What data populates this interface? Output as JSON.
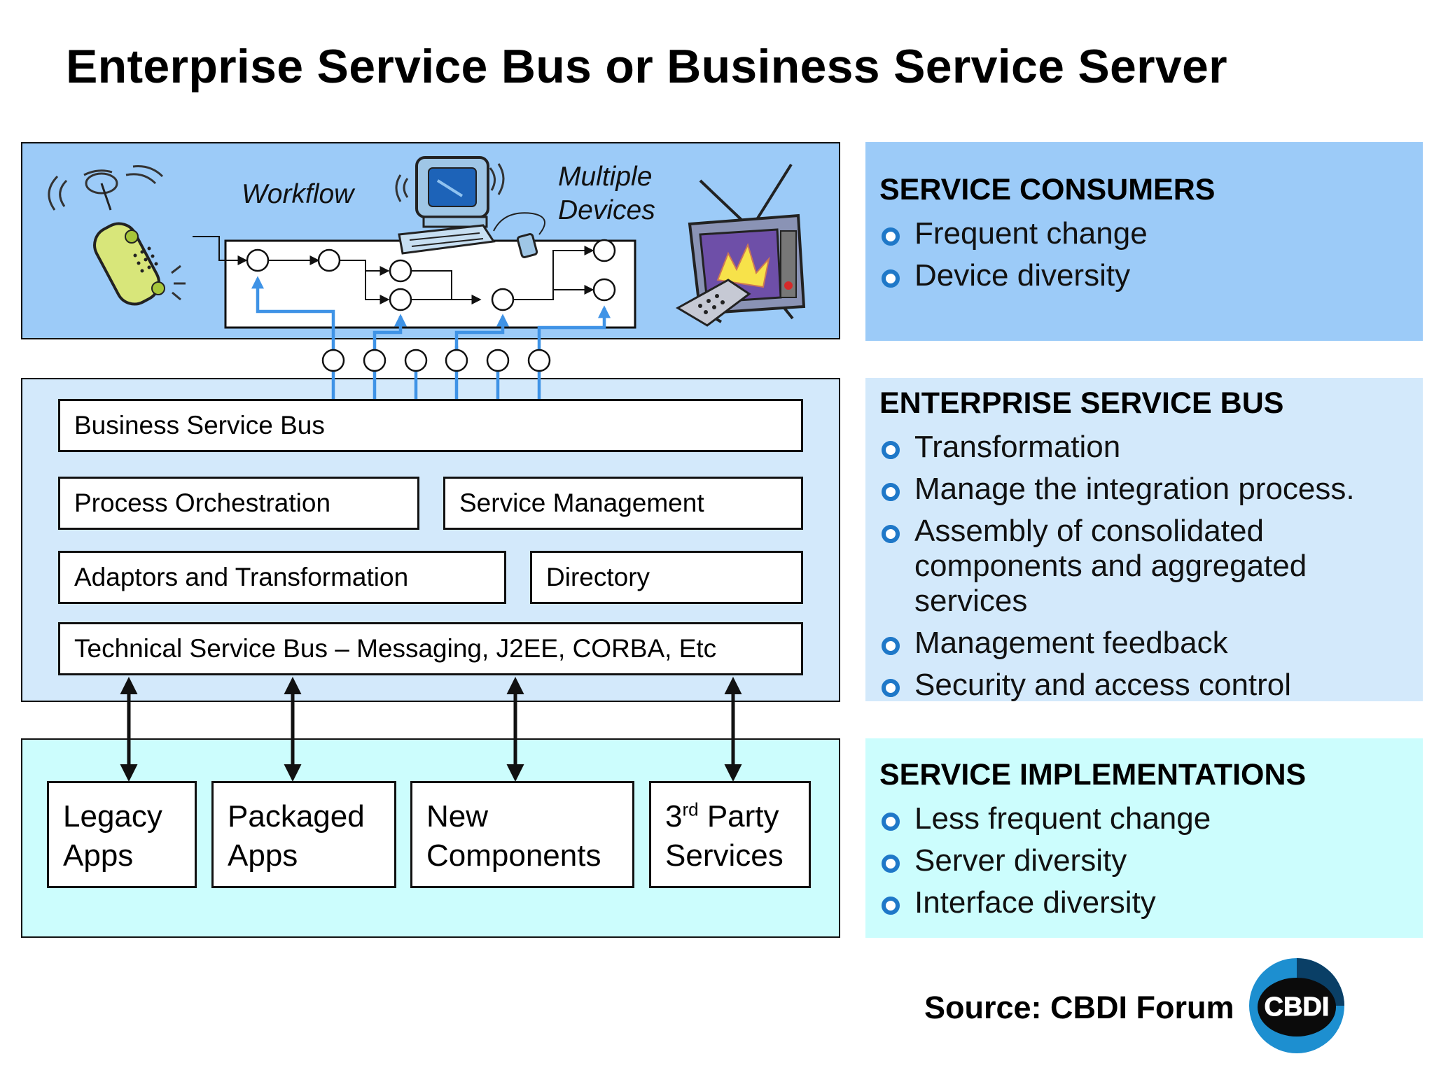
{
  "title": "Enterprise Service Bus or Business Service Server",
  "consumers_layer": {
    "workflow_label": "Workflow",
    "devices_label_line1": "Multiple",
    "devices_label_line2": "Devices",
    "device_icons": [
      "mobile-phone-icon",
      "desktop-computer-icon",
      "television-icon"
    ]
  },
  "bus_layer": {
    "business_service_bus": "Business Service Bus",
    "process_orchestration": "Process Orchestration",
    "service_management": "Service Management",
    "adaptors_transformation": "Adaptors and Transformation",
    "directory": "Directory",
    "technical_service_bus": "Technical Service Bus – Messaging, J2EE, CORBA, Etc"
  },
  "implementations_layer": {
    "apps": [
      {
        "line1": "Legacy",
        "line2": "Apps"
      },
      {
        "line1": "Packaged",
        "line2": "Apps"
      },
      {
        "line1": "New",
        "line2": "Components"
      },
      {
        "line1_num": "3",
        "line1_sup": "rd",
        "line1_rest": " Party",
        "line2": "Services"
      }
    ]
  },
  "right_panels": {
    "consumers": {
      "heading": "SERVICE CONSUMERS",
      "items": [
        "Frequent change",
        "Device diversity"
      ]
    },
    "bus": {
      "heading": "ENTERPRISE SERVICE BUS",
      "items": [
        "Transformation",
        "Manage the integration process.",
        [
          "Assembly of consolidated",
          "components and aggregated",
          "services"
        ],
        "Management feedback",
        "Security and access control"
      ]
    },
    "implementations": {
      "heading": "SERVICE IMPLEMENTATIONS",
      "items": [
        "Less frequent change",
        "Server diversity",
        "Interface diversity"
      ]
    }
  },
  "source": "Source: CBDI Forum",
  "logo_text": "CBDI",
  "colors": {
    "consumers_bg": "#9ccbf8",
    "bus_bg": "#d3e9fb",
    "impl_bg": "#ccfdfd",
    "connector_blue": "#3f93e6",
    "bullet_blue": "#1f78c8",
    "logo_blue": "#1d8fd0"
  }
}
